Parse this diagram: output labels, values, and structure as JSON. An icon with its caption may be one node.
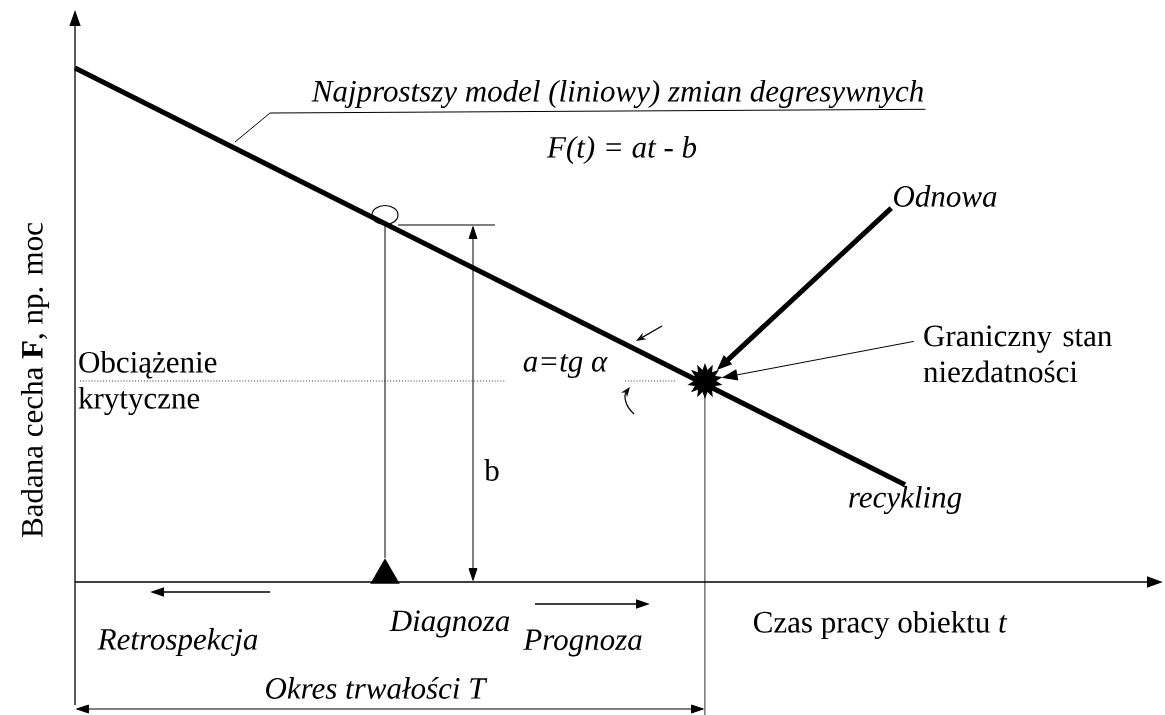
{
  "diagram": {
    "nodes": [
      {
        "text": [
          "Najprostszy model (liniowy) zmian degresywnych"
        ]
      },
      {
        "text": [],
        "shape": "circle"
      },
      {
        "text": [],
        "shape": "star"
      },
      {
        "text": [
          "Odnowa"
        ]
      },
      {
        "text": [
          "Graniczny stan niezdatności"
        ]
      },
      {
        "text": [
          "recykling"
        ]
      },
      {
        "text": [],
        "shape": "triangle",
        "beside": [
          "Diagnoza"
        ]
      }
    ],
    "edges": [
      {
        "from": 0,
        "to": null,
        "arrow": "none"
      },
      {
        "from": null,
        "to": 5,
        "arrow": "none",
        "style": "thick"
      },
      {
        "from": 3,
        "to": 2,
        "arrow": "to",
        "style": "thick"
      },
      {
        "from": 4,
        "to": 2,
        "arrow": "to"
      },
      {
        "from": 1,
        "to": 6,
        "arrow": "none"
      }
    ],
    "labels": [
      "F(t) = at - b",
      "Obciążenie krytyczne",
      "a=tg α",
      "b",
      "Retrospekcja",
      "Prognoza",
      "Czas pracy obiektu *t*",
      "Okres trwałości T",
      "Badana cecha **F**, np. moc"
    ]
  }
}
